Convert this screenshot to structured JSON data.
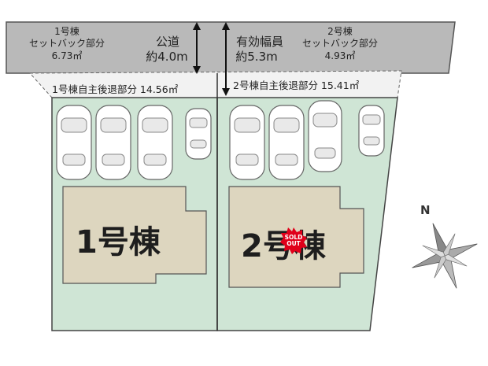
{
  "lot1": {
    "setback_title": "1号棟",
    "setback_label": "セットバック部分",
    "setback_area": "6.73㎡",
    "voluntary_setback": "1号棟自主後退部分 14.56㎡",
    "building_label": "1号棟"
  },
  "lot2": {
    "setback_title": "2号棟",
    "setback_label": "セットバック部分",
    "setback_area": "4.93㎡",
    "voluntary_setback": "2号棟自主後退部分 15.41㎡",
    "building_label": "2号棟",
    "status_badge": "SOLD OUT"
  },
  "road": {
    "public_label": "公道",
    "public_width": "約4.0m",
    "effective_label": "有効幅員",
    "effective_width": "約5.3m"
  },
  "compass": {
    "north_label": "N"
  },
  "colors": {
    "road": "#b9b9b9",
    "lot": "#cfe5d5",
    "building": "#ddd6bf",
    "badge": "#e0001a"
  }
}
